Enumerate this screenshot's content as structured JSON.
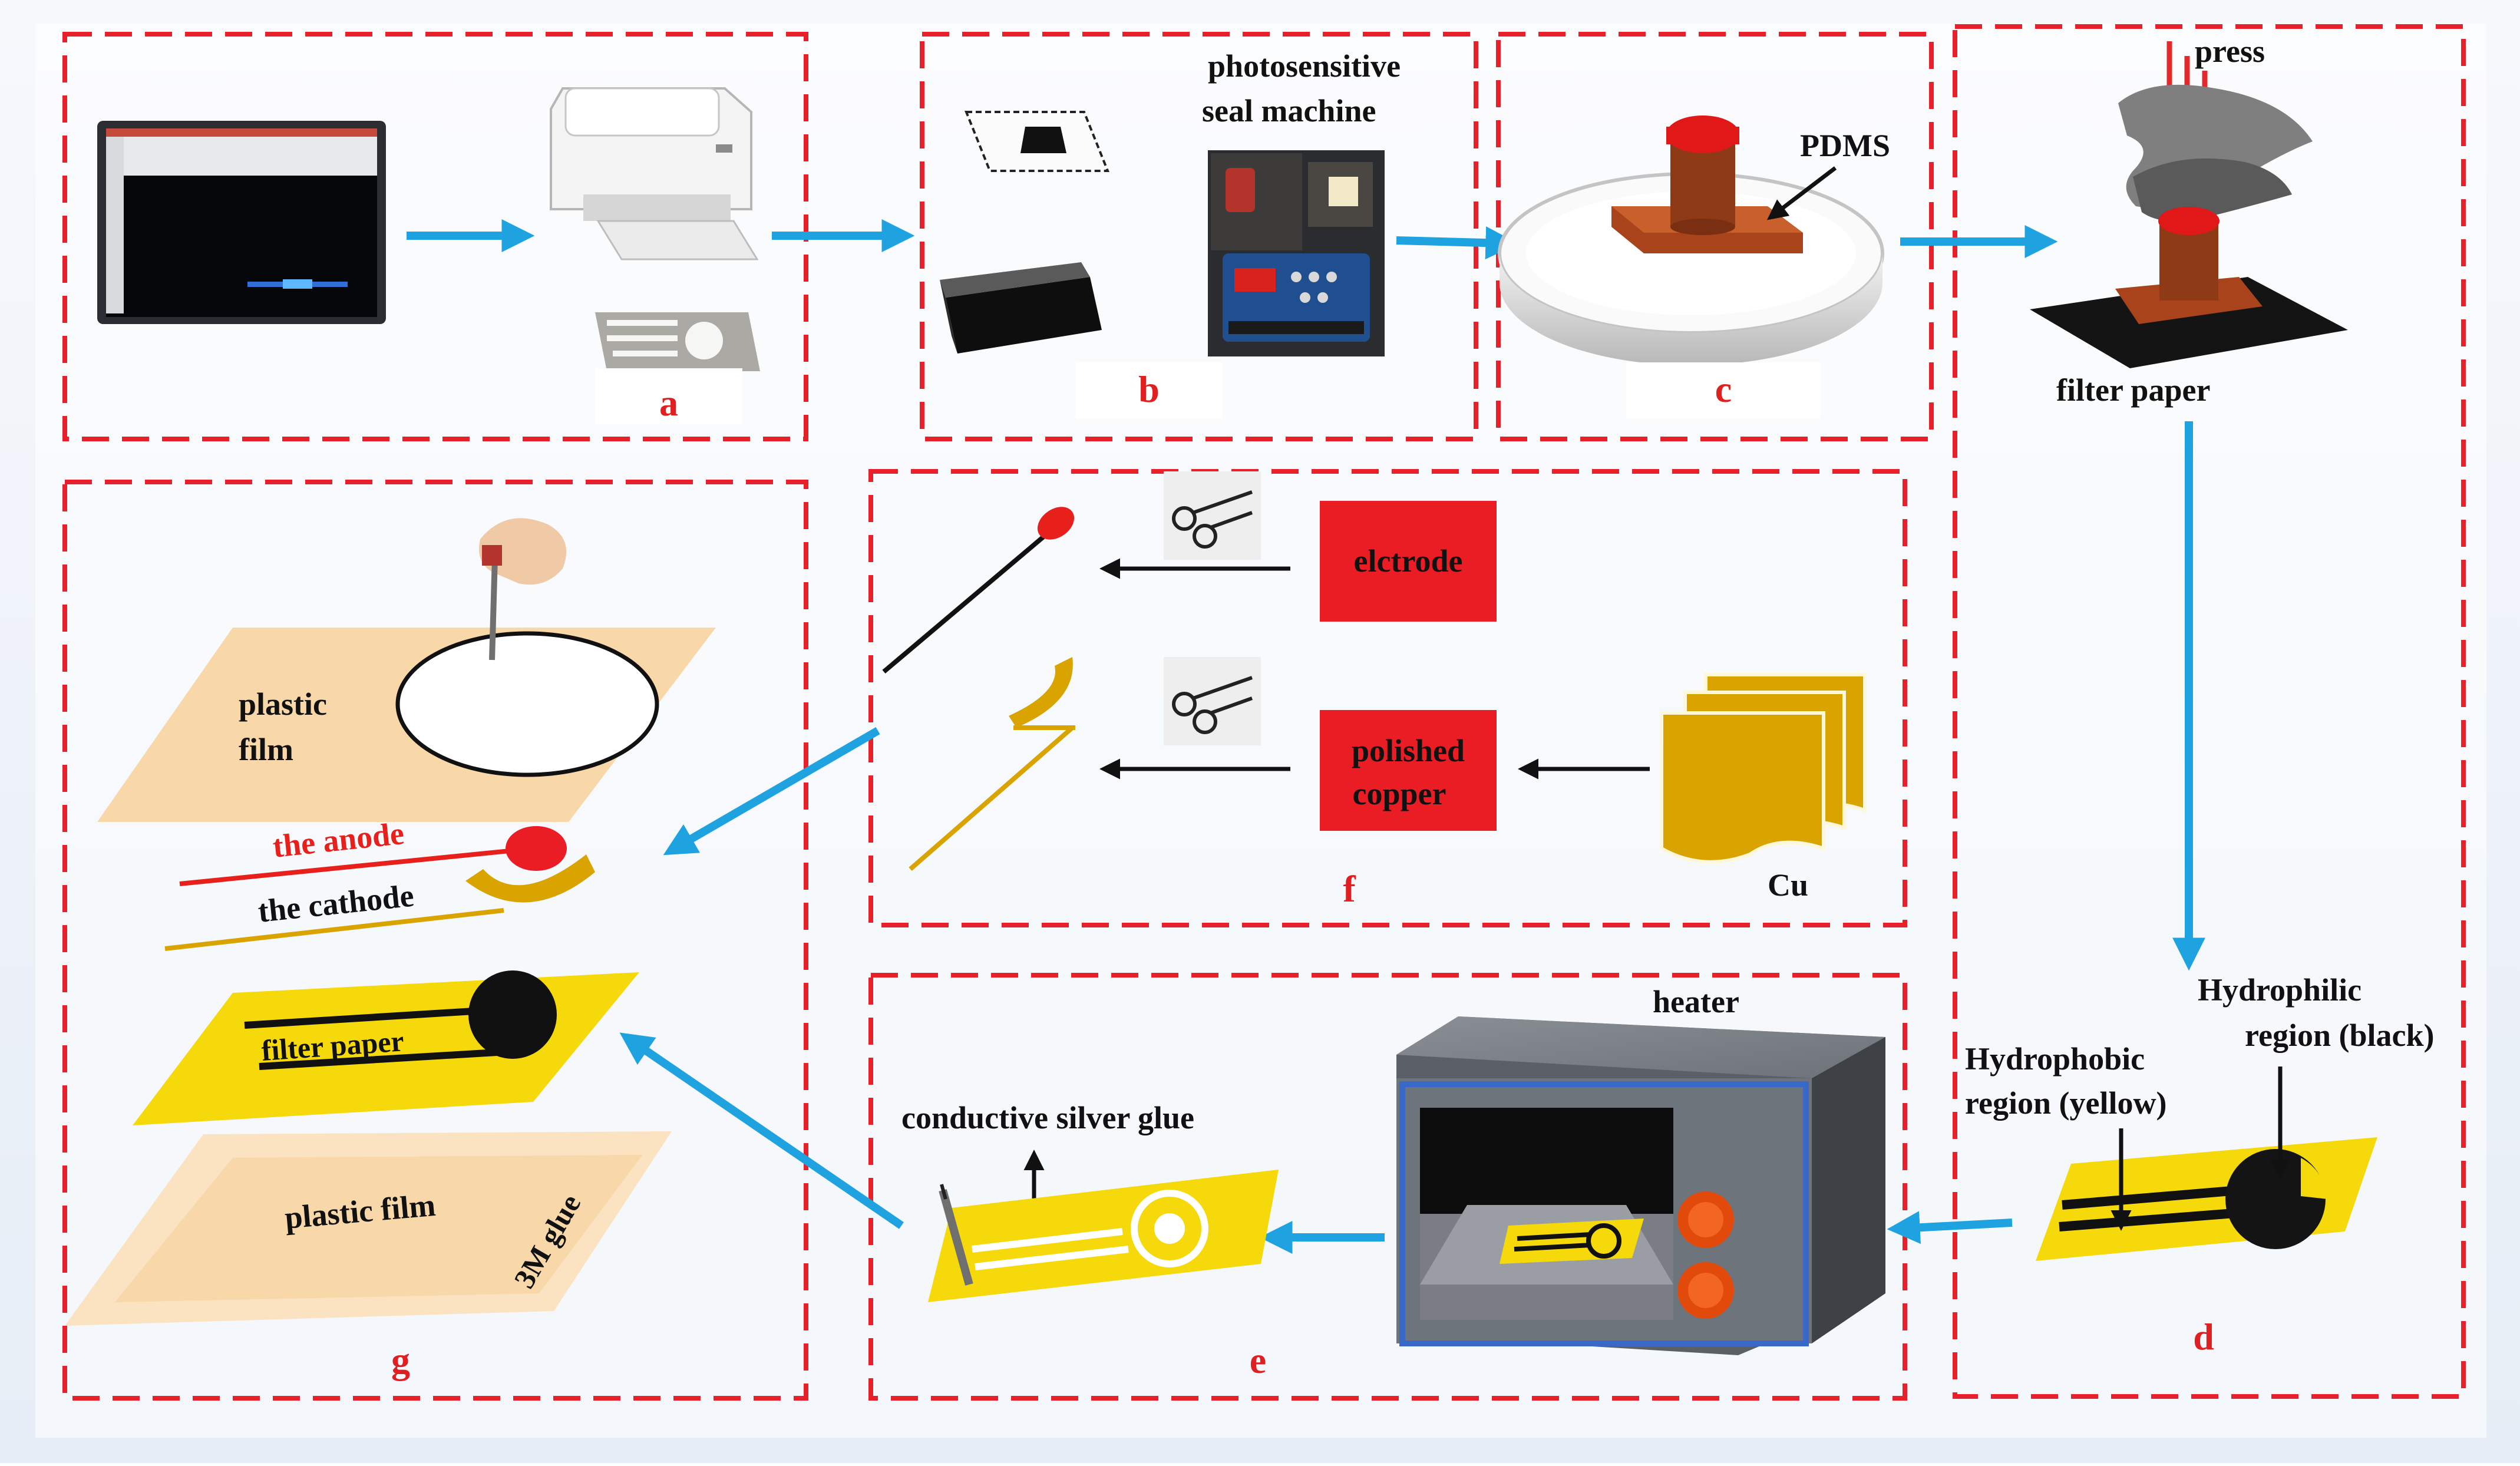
{
  "panels": {
    "a": "a",
    "b": "b",
    "c": "c",
    "d": "d",
    "e": "e",
    "f": "f",
    "g": "g"
  },
  "labels": {
    "photosensitive_line1": "photosensitive",
    "photosensitive_line2": "seal machine",
    "pdms": "PDMS",
    "press": "press",
    "filter_paper_top": "filter paper",
    "hydrophilic_line1": "Hydrophilic",
    "hydrophilic_line2": "region (black)",
    "hydrophobic_line1": "Hydrophobic",
    "hydrophobic_line2": "region (yellow)",
    "heater": "heater",
    "conductive_silver_glue": "conductive silver glue",
    "electrode_box": "elctrode",
    "polished_line1": "polished",
    "polished_line2": "copper",
    "cu": "Cu",
    "plastic_line1": "plastic",
    "plastic_line2": "film",
    "the_anode": "the anode",
    "the_cathode": "the cathode",
    "filter_paper_layer": "filter paper",
    "plastic_film_bottom": "plastic film",
    "glue_3m": "3M glue"
  },
  "colors": {
    "dash_border": "#e8202a",
    "arrow_blue": "#1fa3e0",
    "red_box": "#ea1c24",
    "copper_gold": "#d9a300",
    "paper_yellow": "#f5d90a",
    "peach_film": "#f8d7a8",
    "stamp_brown": "#b5451b"
  }
}
